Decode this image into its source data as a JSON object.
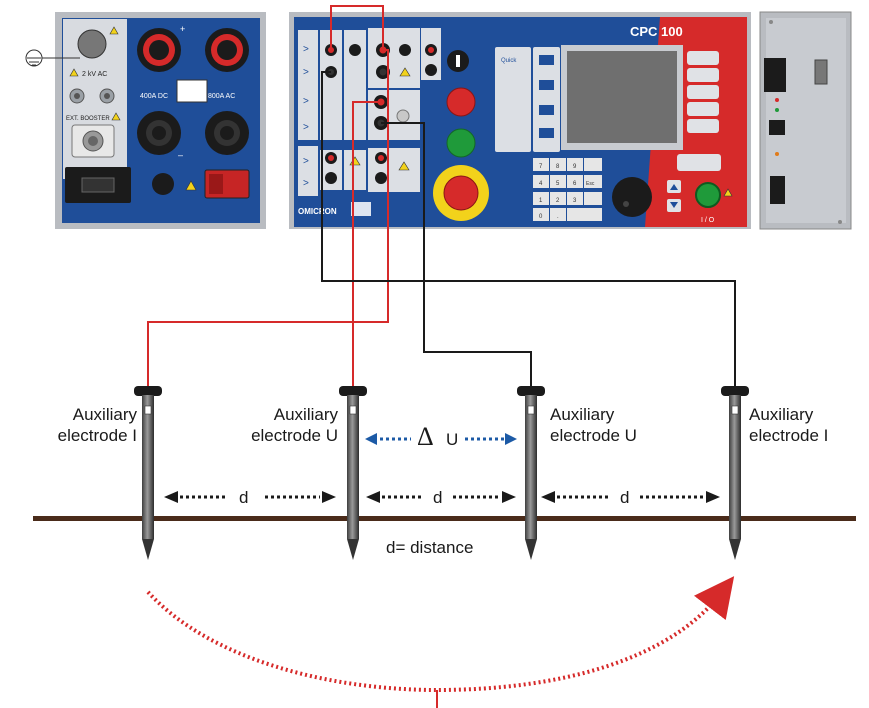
{
  "device": {
    "title": "CPC 100",
    "brand": "OMICRON",
    "booster": {
      "label_400a_dc": "400A DC",
      "label_800a_ac": "800A AC",
      "label_2kv_ac": "2 kV AC",
      "label_ext_booster": "EXT. BOOSTER"
    },
    "power_button_label": "I / O",
    "keypad_keys": [
      "7",
      "8",
      "9",
      "4",
      "5",
      "6",
      "Esc",
      "1",
      "2",
      "3",
      "0",
      "."
    ],
    "side_labels": {
      "quick": "Quick"
    }
  },
  "electrodes": [
    {
      "line1": "Auxiliary",
      "line2": "electrode I"
    },
    {
      "line1": "Auxiliary",
      "line2": "electrode U"
    },
    {
      "line1": "Auxiliary",
      "line2": "electrode U"
    },
    {
      "line1": "Auxiliary",
      "line2": "electrode I"
    }
  ],
  "delta_u": {
    "symbol": "Δ",
    "unit": "U"
  },
  "distance_marks": [
    "d",
    "d",
    "d"
  ],
  "distance_caption": "d= distance",
  "colors": {
    "panel_blue": "#1f4e99",
    "wire_red": "#d62a2a",
    "wire_black": "#1a1a1a",
    "arrow_blue": "#1c5aa6",
    "ground_brown": "#4a2b1a"
  }
}
